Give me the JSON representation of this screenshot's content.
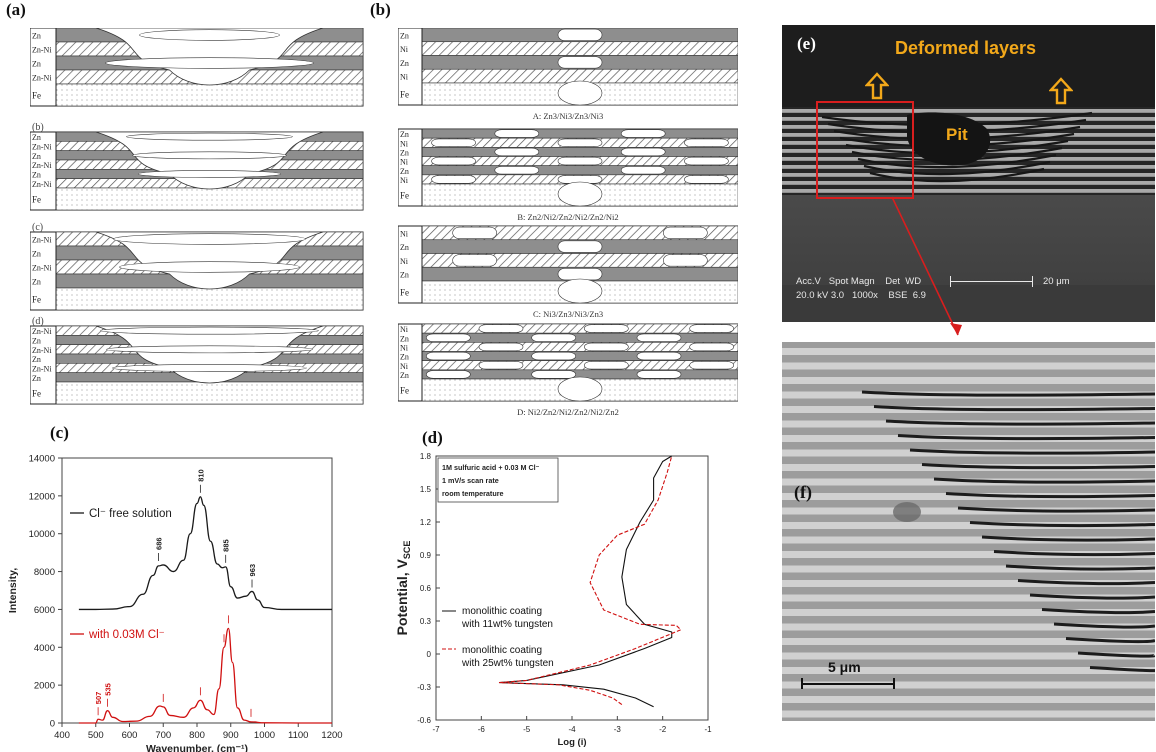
{
  "panel_labels": {
    "a": "(a)",
    "b": "(b)",
    "c": "(c)",
    "d": "(d)",
    "e": "(e)",
    "f": "(f)"
  },
  "panel_a": {
    "subpanels": [
      {
        "label": "",
        "layers": [
          "Zn",
          "Zn-Ni",
          "Zn",
          "Zn-Ni",
          "Fe"
        ]
      },
      {
        "label": "(b)",
        "layers": [
          "Zn",
          "Zn-Ni",
          "Zn",
          "Zn-Ni",
          "Zn",
          "Zn-Ni",
          "Fe"
        ]
      },
      {
        "label": "(c)",
        "layers": [
          "Zn-Ni",
          "Zn",
          "Zn-Ni",
          "Zn",
          "Fe"
        ]
      },
      {
        "label": "(d)",
        "layers": [
          "Zn-Ni",
          "Zn",
          "Zn-Ni",
          "Zn",
          "Zn-Ni",
          "Zn",
          "Fe"
        ]
      }
    ]
  },
  "panel_b": {
    "subpanels": [
      {
        "layers": [
          "Zn",
          "Ni",
          "Zn",
          "Ni",
          "Fe"
        ],
        "caption": "A: Zn3/Ni3/Zn3/Ni3"
      },
      {
        "layers": [
          "Zn",
          "Ni",
          "Zn",
          "Ni",
          "Zn",
          "Ni",
          "Fe"
        ],
        "caption": "B: Zn2/Ni2/Zn2/Ni2/Zn2/Ni2"
      },
      {
        "layers": [
          "Ni",
          "Zn",
          "Ni",
          "Zn",
          "Fe"
        ],
        "caption": "C: Ni3/Zn3/Ni3/Zn3"
      },
      {
        "layers": [
          "Ni",
          "Zn",
          "Ni",
          "Zn",
          "Ni",
          "Zn",
          "Fe"
        ],
        "caption": "D: Ni2/Zn2/Ni2/Zn2/Ni2/Zn2"
      }
    ]
  },
  "chart_data": [
    {
      "type": "line",
      "panel": "c",
      "xlabel": "Wavenumber, (cm⁻¹)",
      "ylabel": "Intensity,",
      "xlim": [
        400,
        1200
      ],
      "ylim": [
        0,
        14000
      ],
      "xticks": [
        "400",
        "500",
        "600",
        "700",
        "800",
        "900",
        "1000",
        "1100",
        "1200"
      ],
      "yticks": [
        "0",
        "2000",
        "4000",
        "6000",
        "8000",
        "10000",
        "12000",
        "14000"
      ],
      "series": [
        {
          "name": "Cl⁻ free solution",
          "color": "#1a1a1a",
          "x": [
            450,
            500,
            550,
            600,
            640,
            670,
            686,
            700,
            730,
            760,
            780,
            800,
            810,
            820,
            840,
            860,
            875,
            885,
            900,
            920,
            945,
            963,
            980,
            1000,
            1050,
            1100,
            1200
          ],
          "y": [
            6000,
            6000,
            6020,
            6150,
            6800,
            7800,
            8300,
            8350,
            8000,
            8600,
            10000,
            11600,
            11950,
            11500,
            9600,
            8400,
            8200,
            8250,
            7200,
            6600,
            6700,
            6950,
            6500,
            6100,
            6000,
            6000,
            6000
          ]
        },
        {
          "name": "with 0.03M Cl⁻",
          "color": "#d01010",
          "x": [
            450,
            500,
            507,
            520,
            535,
            550,
            580,
            620,
            660,
            690,
            700,
            720,
            760,
            790,
            810,
            830,
            850,
            865,
            880,
            893,
            905,
            920,
            940,
            960,
            1000,
            1100,
            1200
          ],
          "y": [
            0,
            0,
            200,
            150,
            650,
            300,
            80,
            100,
            350,
            900,
            850,
            400,
            300,
            800,
            1200,
            700,
            450,
            1800,
            4000,
            5000,
            3200,
            800,
            150,
            60,
            10,
            0,
            0
          ]
        }
      ],
      "peak_labels_black": [
        "686",
        "810",
        "885",
        "963"
      ],
      "peak_labels_red": [
        "507",
        "535"
      ],
      "legend": {
        "black": "Cl⁻ free solution",
        "red": "with 0.03M Cl⁻"
      }
    },
    {
      "type": "line",
      "panel": "d",
      "xlabel": "Log (i)",
      "ylabel": "Potential, V",
      "ylabel_sub": "SCE",
      "xlim": [
        -7,
        -1
      ],
      "ylim": [
        -0.6,
        1.8
      ],
      "xticks": [
        "-7",
        "-6",
        "-5",
        "-4",
        "-3",
        "-2",
        "-1"
      ],
      "yticks": [
        "-0.6",
        "-0.3",
        "0",
        "0.3",
        "0.6",
        "0.9",
        "1.2",
        "1.5",
        "1.8"
      ],
      "conditions": [
        "1M sulfuric acid + 0.03 M Cl⁻",
        "1 mV/s scan rate",
        "room temperature"
      ],
      "series": [
        {
          "name": "monolithic coating with 11wt% tungsten",
          "color": "#111111",
          "style": "solid",
          "x": [
            -2.2,
            -2.6,
            -3.3,
            -4.2,
            -5.6,
            -5.0,
            -3.4,
            -2.4,
            -1.8,
            -1.8,
            -2.4,
            -2.8,
            -2.9,
            -2.8,
            -2.5,
            -2.2,
            -2.2,
            -2.0,
            -1.8
          ],
          "y": [
            -0.48,
            -0.4,
            -0.32,
            -0.28,
            -0.26,
            -0.24,
            -0.1,
            0.05,
            0.15,
            0.2,
            0.27,
            0.45,
            0.7,
            0.95,
            1.2,
            1.4,
            1.6,
            1.75,
            1.8
          ]
        },
        {
          "name": "monolithic coating with 25wt% tungsten",
          "color": "#d01010",
          "style": "dashed",
          "x": [
            -2.9,
            -3.1,
            -3.6,
            -4.3,
            -5.6,
            -5.0,
            -3.6,
            -2.6,
            -1.6,
            -1.7,
            -2.5,
            -3.3,
            -3.6,
            -3.4,
            -3.0,
            -2.4,
            -2.1,
            -1.9,
            -1.8
          ],
          "y": [
            -0.46,
            -0.4,
            -0.33,
            -0.28,
            -0.26,
            -0.24,
            -0.1,
            0.05,
            0.22,
            0.26,
            0.27,
            0.4,
            0.65,
            0.9,
            1.08,
            1.18,
            1.4,
            1.65,
            1.8
          ]
        }
      ],
      "legend": [
        {
          "text1": "monolithic coating",
          "text2": "with 11wt% tungsten"
        },
        {
          "text1": "monolithic coating",
          "text2": "with 25wt% tungsten"
        }
      ]
    }
  ],
  "panel_e": {
    "title": "Deformed layers",
    "pit_label": "Pit",
    "meta_line1": "Acc.V   Spot Magn    Det  WD",
    "meta_line2": "20.0 kV 3.0   1000x    BSE  6.9",
    "scale_label": "20 μm",
    "arrow_color": "#f2a81a",
    "title_color": "#f2a81a",
    "box_color": "#d81e1e"
  },
  "panel_f": {
    "scale_label": "5 μm"
  }
}
